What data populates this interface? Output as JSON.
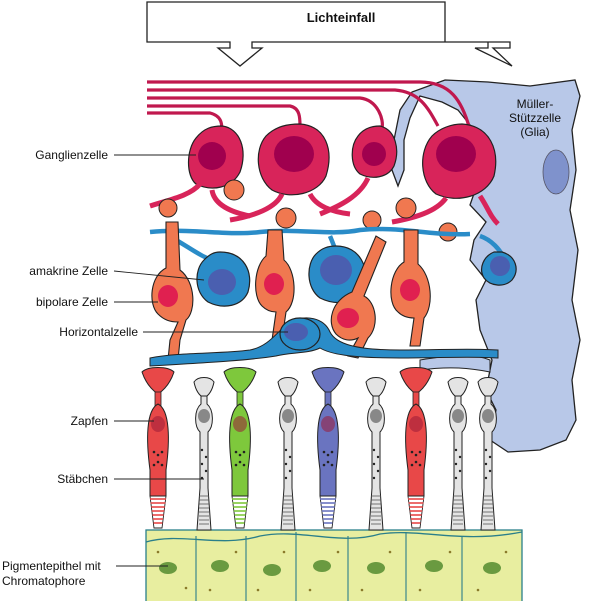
{
  "header": {
    "light_label": "Lichteinfall"
  },
  "labels": {
    "ganglion": "Ganglienzelle",
    "amacrine": "amakrine Zelle",
    "bipolar": "bipolare Zelle",
    "horizontal": "Horizontalzelle",
    "cone": "Zapfen",
    "rod": "Stäbchen",
    "pigment_line1": "Pigmentepithel mit",
    "pigment_line2": "Chromatophore",
    "muller_line1": "Müller-",
    "muller_line2": "Stützzelle",
    "muller_line3": "(Glia)"
  },
  "colors": {
    "ganglion": "#d8245a",
    "ganglion_nucleus": "#a0004e",
    "amacrine": "#2a8cc8",
    "amacrine_nucleus": "#4a5fb0",
    "bipolar": "#f07850",
    "bipolar_nucleus": "#e02050",
    "muller_glia": "#b8c8e8",
    "muller_nucleus": "#7f92cc",
    "pigment": "#e8eea0",
    "pigment_nucleus": "#6a9a40",
    "rod": "#e4e4e4",
    "cone_green": "#7ec83c",
    "cone_blue": "#6a74c0",
    "cone_red": "#e84848"
  },
  "photoreceptors": [
    {
      "type": "cone",
      "color": "cone_red"
    },
    {
      "type": "rod",
      "color": "rod"
    },
    {
      "type": "cone",
      "color": "cone_green"
    },
    {
      "type": "rod",
      "color": "rod"
    },
    {
      "type": "cone",
      "color": "cone_blue"
    },
    {
      "type": "rod",
      "color": "rod"
    },
    {
      "type": "cone",
      "color": "cone_red"
    },
    {
      "type": "rod",
      "color": "rod"
    },
    {
      "type": "rod",
      "color": "rod"
    }
  ]
}
